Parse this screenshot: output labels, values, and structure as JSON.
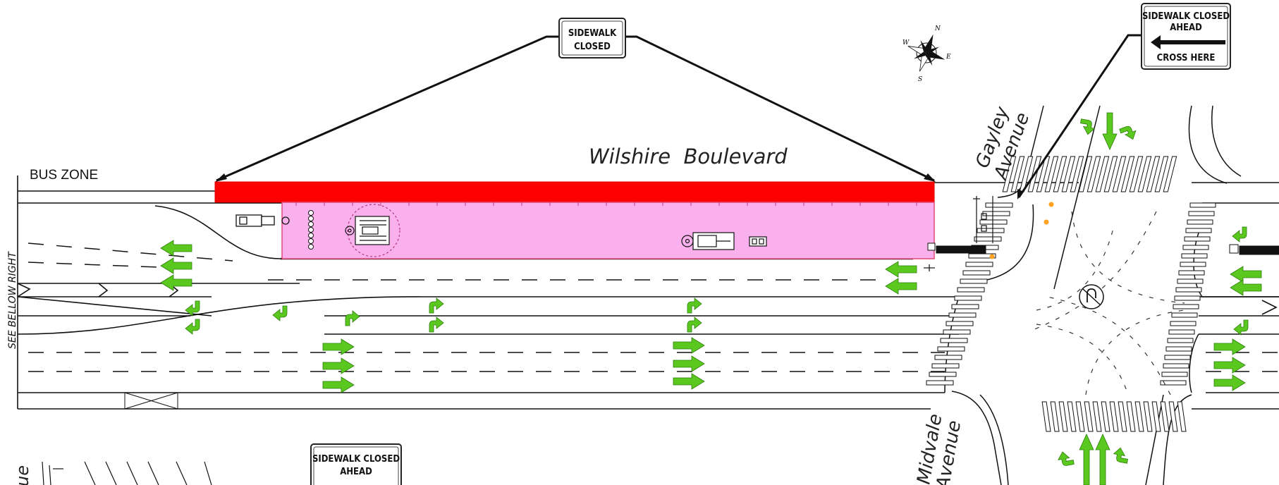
{
  "signs": {
    "top_center": {
      "line1": "SIDEWALK",
      "line2": "CLOSED"
    },
    "top_right": {
      "line1": "SIDEWALK CLOSED",
      "line2": "AHEAD",
      "line3": "CROSS HERE"
    },
    "bottom_left": {
      "line1": "SIDEWALK CLOSED",
      "line2": "AHEAD"
    }
  },
  "labels": {
    "street_main": "Wilshire  Boulevard",
    "cross_street_top_line1": "Gayley",
    "cross_street_top_line2": "Avenue",
    "cross_street_bottom_line1": "Midvale",
    "cross_street_bottom_line2": "Avenue",
    "bus_zone": "BUS ZONE",
    "side_note": "SEE BELLOW RIGHT",
    "partial_bottom_left": "ue"
  },
  "compass": {
    "n": "N",
    "e": "E",
    "s": "S",
    "w": "W"
  },
  "colors": {
    "closure": "#ff0000",
    "work_zone": "#f9b0ec",
    "arrow": "#5ac81e",
    "line": "#111111"
  },
  "icons": {
    "north_arrow": "compass-rose-icon",
    "direction": "lane-arrow-icon",
    "signal": "no-u-turn-icon"
  }
}
